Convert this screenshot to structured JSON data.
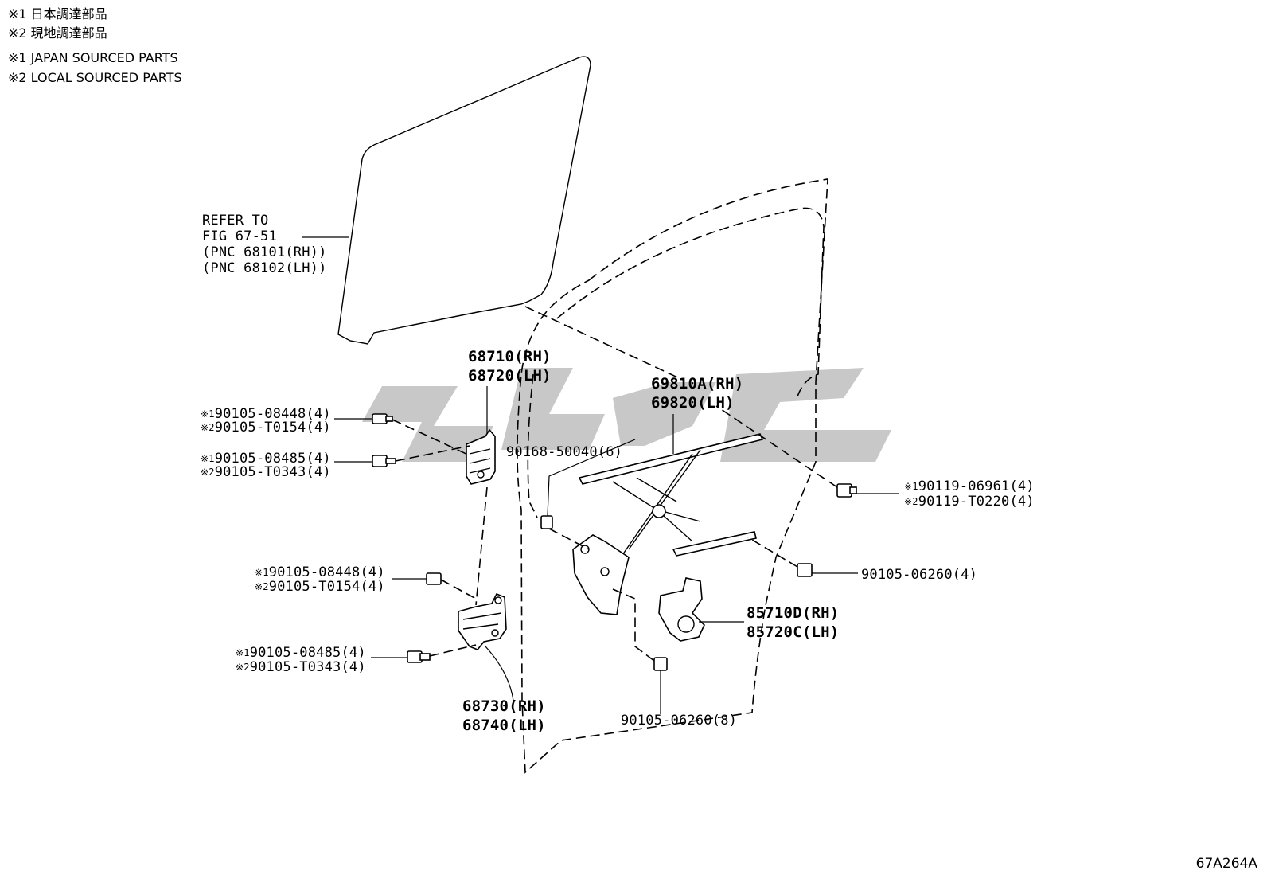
{
  "legend": {
    "line1": "※1 日本調達部品",
    "line2": "※2 現地調達部品",
    "line3": "※1 JAPAN SOURCED PARTS",
    "line4": "※2 LOCAL SOURCED PARTS"
  },
  "refer": {
    "line1": "REFER TO",
    "line2": "FIG 67-51",
    "line3": "(PNC 68101(RH))",
    "line4": "(PNC 68102(LH))"
  },
  "marks": {
    "m1": "※1",
    "m2": "※2"
  },
  "parts": {
    "upper_hinge_rh": "68710(RH)",
    "upper_hinge_lh": "68720(LH)",
    "regulator_rh": "69810A(RH)",
    "regulator_lh": "69820(LH)",
    "upper_bolt_a1": "90105-08448(4)",
    "upper_bolt_a2": "90105-T0154(4)",
    "upper_bolt_b1": "90105-08485(4)",
    "upper_bolt_b2": "90105-T0343(4)",
    "regulator_bolt": "90168-50040(6)",
    "right_bolt_1": "90119-06961(4)",
    "right_bolt_2": "90119-T0220(4)",
    "rail_bolt": "90105-06260(4)",
    "lower_bolt_a1": "90105-08448(4)",
    "lower_bolt_a2": "90105-T0154(4)",
    "lower_bolt_b1": "90105-08485(4)",
    "lower_bolt_b2": "90105-T0343(4)",
    "motor_rh": "85710D(RH)",
    "motor_lh": "85720C(LH)",
    "motor_bolt": "90105-06260(8)",
    "lower_hinge_rh": "68730(RH)",
    "lower_hinge_lh": "68740(LH)"
  },
  "figure_code": "67A264A"
}
